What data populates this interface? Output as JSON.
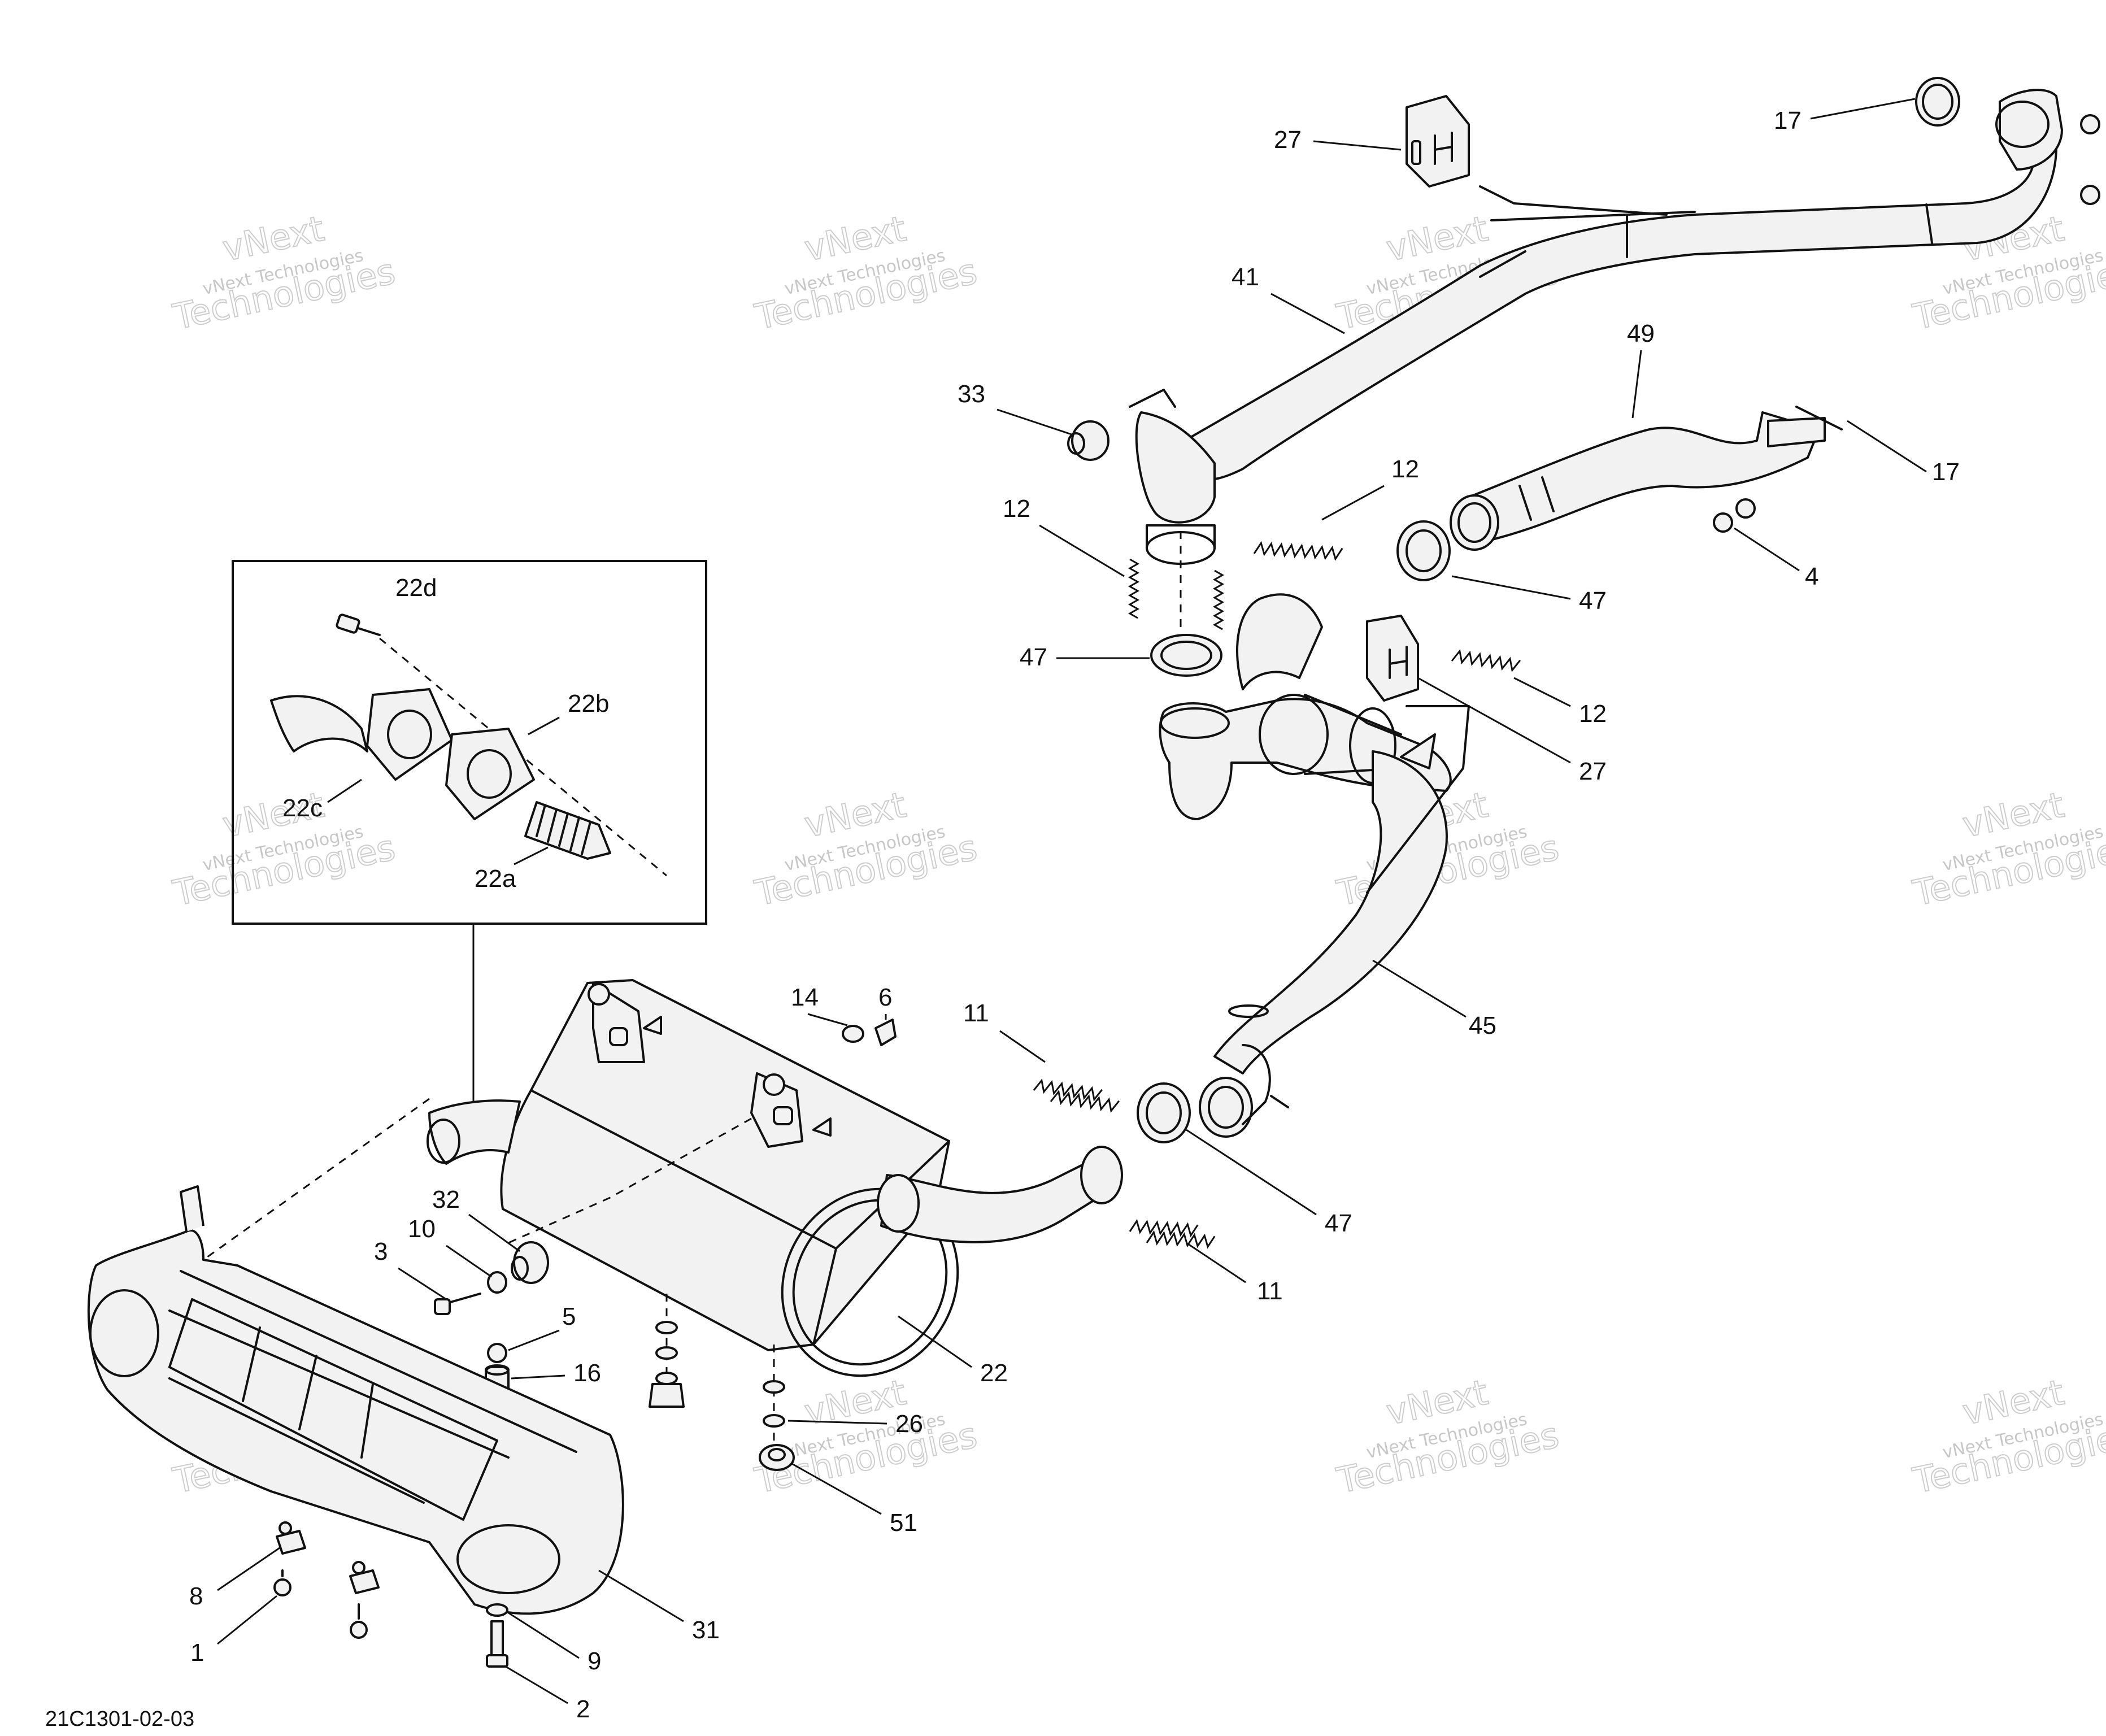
{
  "diagram": {
    "figure_id": "21C1301-02-03",
    "watermark": {
      "line1": "vNext Technologies",
      "line2": "Technologies",
      "line3": "vNext"
    },
    "callouts": {
      "c1": "1",
      "c2": "2",
      "c3": "3",
      "c4": "4",
      "c5": "5",
      "c6": "6",
      "c8": "8",
      "c9": "9",
      "c10": "10",
      "c11a": "11",
      "c11b": "11",
      "c12a": "12",
      "c12b": "12",
      "c12c": "12",
      "c14": "14",
      "c16": "16",
      "c17a": "17",
      "c17b": "17",
      "c22": "22",
      "c22a": "22a",
      "c22b": "22b",
      "c22c": "22c",
      "c22d": "22d",
      "c26": "26",
      "c27a": "27",
      "c27b": "27",
      "c31": "31",
      "c32": "32",
      "c33": "33",
      "c41": "41",
      "c45": "45",
      "c47a": "47",
      "c47b": "47",
      "c47c": "47",
      "c49": "49",
      "c51": "51"
    }
  }
}
